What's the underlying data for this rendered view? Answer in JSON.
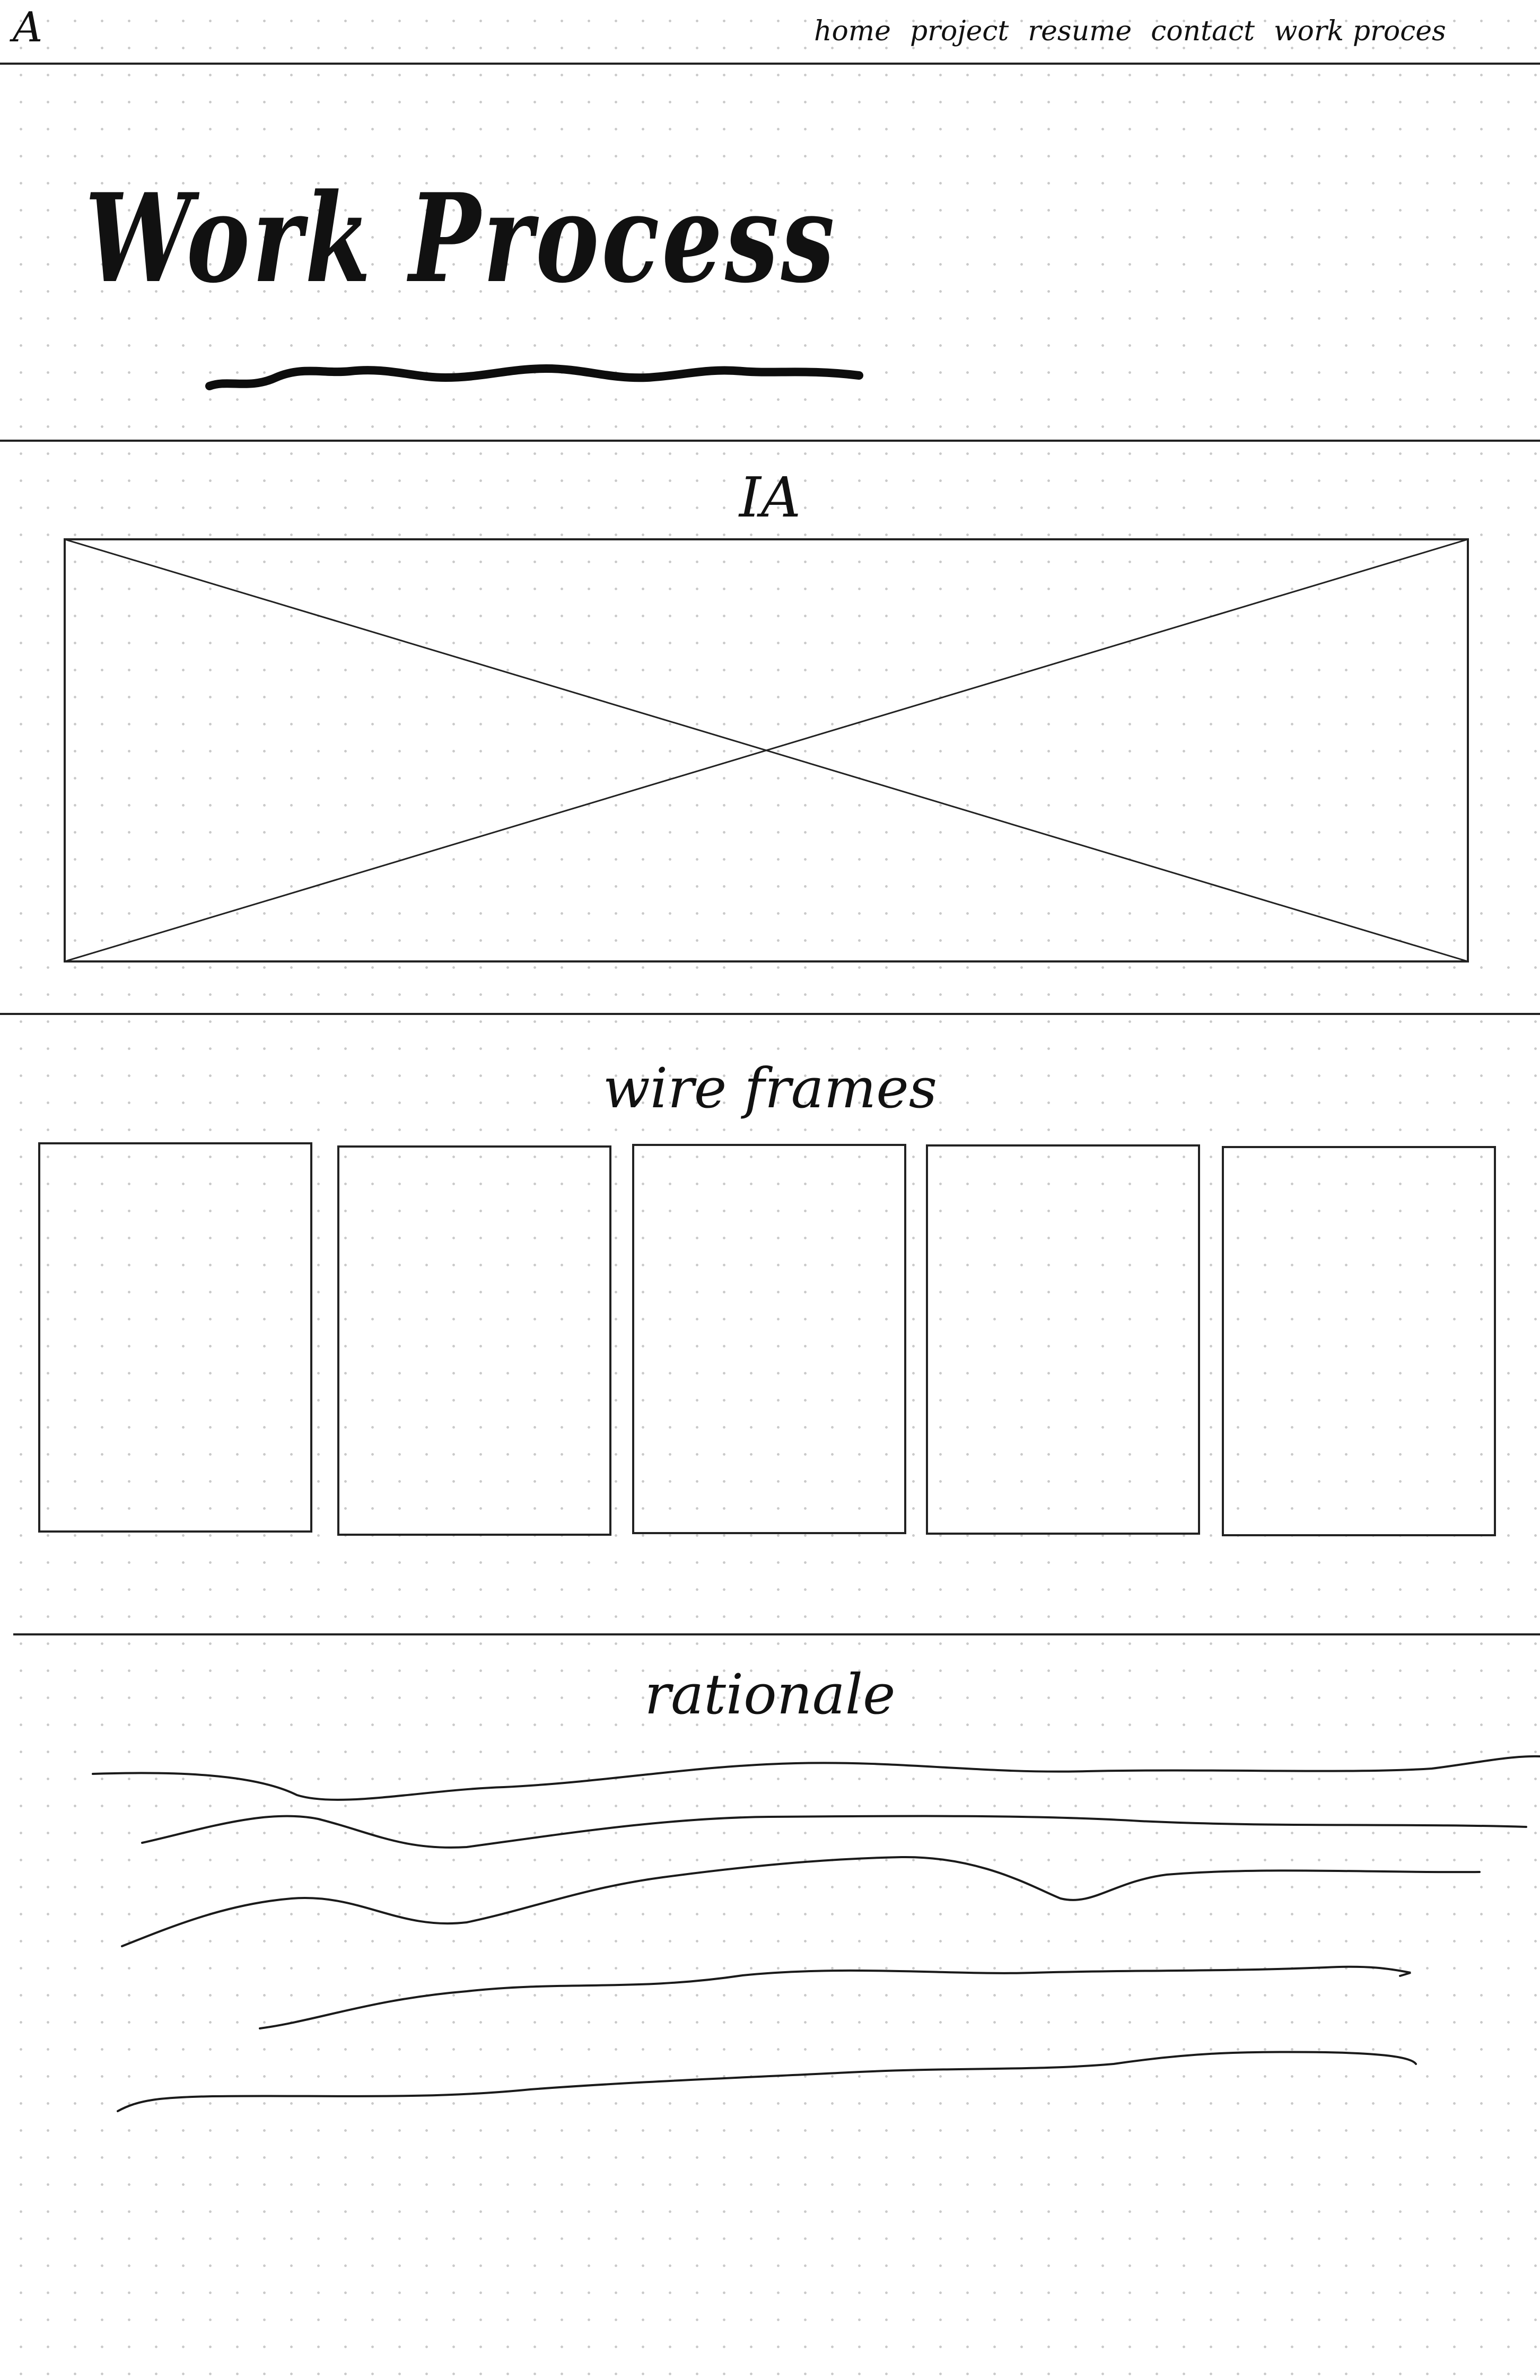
{
  "header": {
    "logo": "A",
    "nav": [
      "home",
      "project",
      "resume",
      "contact",
      "work proces"
    ]
  },
  "hero": {
    "title": "Work Process"
  },
  "sections": {
    "ia": {
      "label": "IA"
    },
    "wireframes": {
      "label": "wire frames"
    },
    "rationale": {
      "label": "rationale"
    }
  }
}
